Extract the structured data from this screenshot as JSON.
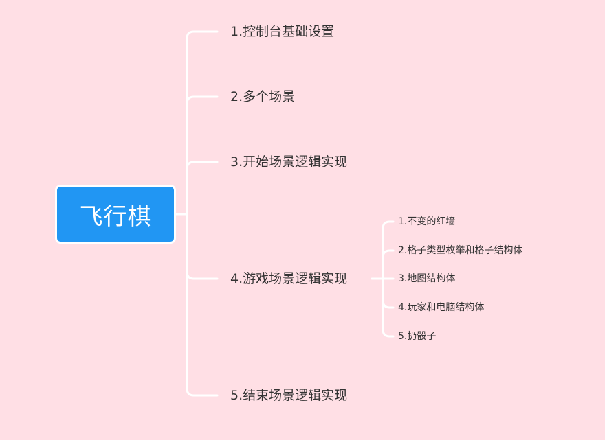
{
  "root": {
    "label": "飞行棋"
  },
  "branches": [
    {
      "label": "1.控制台基础设置"
    },
    {
      "label": "2.多个场景"
    },
    {
      "label": "3.开始场景逻辑实现"
    },
    {
      "label": "4.游戏场景逻辑实现",
      "children": [
        {
          "label": "1.不变的红墙"
        },
        {
          "label": "2.格子类型枚举和格子结构体"
        },
        {
          "label": "3.地图结构体"
        },
        {
          "label": "4.玩家和电脑结构体"
        },
        {
          "label": "5.扔骰子"
        }
      ]
    },
    {
      "label": "5.结束场景逻辑实现"
    }
  ],
  "colors": {
    "background": "#ffdfe5",
    "root_fill": "#2196f3",
    "root_text": "#ffffff",
    "connector": "#ffffff",
    "text": "#333333"
  }
}
